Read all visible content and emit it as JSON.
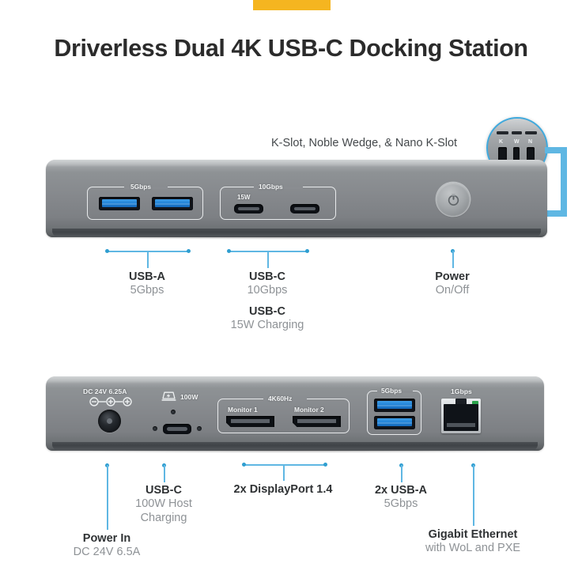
{
  "accent_color": "#f5b520",
  "callout_color": "#5fb7e3",
  "page": {
    "title": "Driverless Dual 4K USB-C Docking Station"
  },
  "front_panel": {
    "label": "front-panel",
    "kslot_callout": {
      "text": "K-Slot, Noble Wedge, & Nano K-Slot",
      "slot_letters": [
        "K",
        "W",
        "N"
      ]
    },
    "port_groups": [
      {
        "id": "usba-group",
        "label": "5Gbps"
      },
      {
        "id": "usbc-group",
        "label": "10Gbps"
      }
    ],
    "usbc_charge_tag": "15W",
    "power_button": "power-button",
    "callouts": [
      {
        "title": "USB-A",
        "sub": "5Gbps"
      },
      {
        "title": "USB-C",
        "sub": "10Gbps",
        "title2": "USB-C",
        "sub2": "15W Charging"
      },
      {
        "title": "Power",
        "sub": "On/Off"
      }
    ]
  },
  "rear_panel": {
    "label": "rear-panel",
    "dc_label": "DC 24V 6.25A",
    "host_power_label": "100W",
    "display_group_label": "4K60Hz",
    "monitor1_label": "Monitor 1",
    "monitor2_label": "Monitor 2",
    "usba_group_label": "5Gbps",
    "ethernet_label": "1Gbps",
    "callouts": [
      {
        "title": "Power In",
        "sub": "DC 24V 6.5A"
      },
      {
        "title": "USB-C",
        "sub": "100W Host",
        "sub2": "Charging"
      },
      {
        "title": "2x DisplayPort 1.4",
        "sub": ""
      },
      {
        "title": "2x USB-A",
        "sub": "5Gbps"
      },
      {
        "title": "Gigabit Ethernet",
        "sub": "with WoL and PXE"
      }
    ]
  }
}
